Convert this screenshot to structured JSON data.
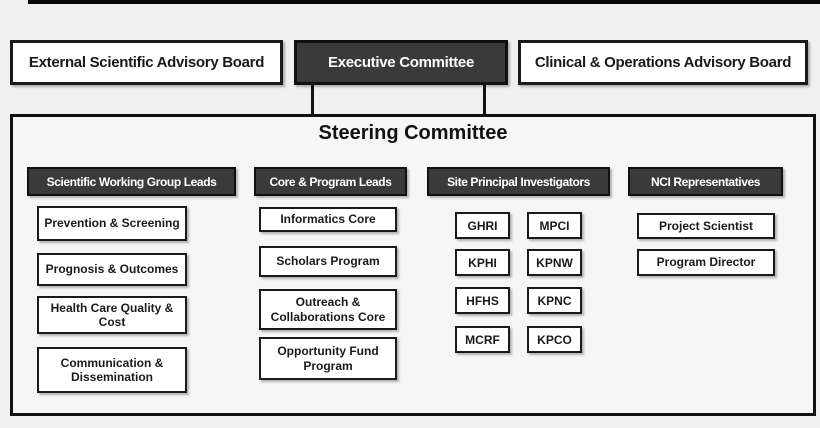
{
  "top_row": {
    "external_board": "External Scientific Advisory Board",
    "executive_committee": "Executive Committee",
    "clinical_board": "Clinical & Operations Advisory Board"
  },
  "steering": {
    "title": "Steering Committee",
    "columns": [
      {
        "header": "Scientific Working Group Leads",
        "items": [
          "Prevention & Screening",
          "Prognosis & Outcomes",
          "Health Care Quality &\nCost",
          "Communication &\nDissemination"
        ]
      },
      {
        "header": "Core & Program Leads",
        "items": [
          "Informatics Core",
          "Scholars Program",
          "Outreach &\nCollaborations Core",
          "Opportunity Fund\nProgram"
        ]
      },
      {
        "header": "Site Principal Investigators",
        "items": [
          "GHRI",
          "MPCI",
          "KPHI",
          "KPNW",
          "HFHS",
          "KPNC",
          "MCRF",
          "KPCO"
        ]
      },
      {
        "header": "NCI Representatives",
        "items": [
          "Project Scientist",
          "Program Director"
        ]
      }
    ]
  },
  "colors": {
    "dark_box_fill": "#3a3a3a",
    "light_box_fill": "#ffffff",
    "box_border": "#1a1a1a",
    "page_background": "#f0f0f0",
    "steering_fill": "#f6f6f6"
  }
}
